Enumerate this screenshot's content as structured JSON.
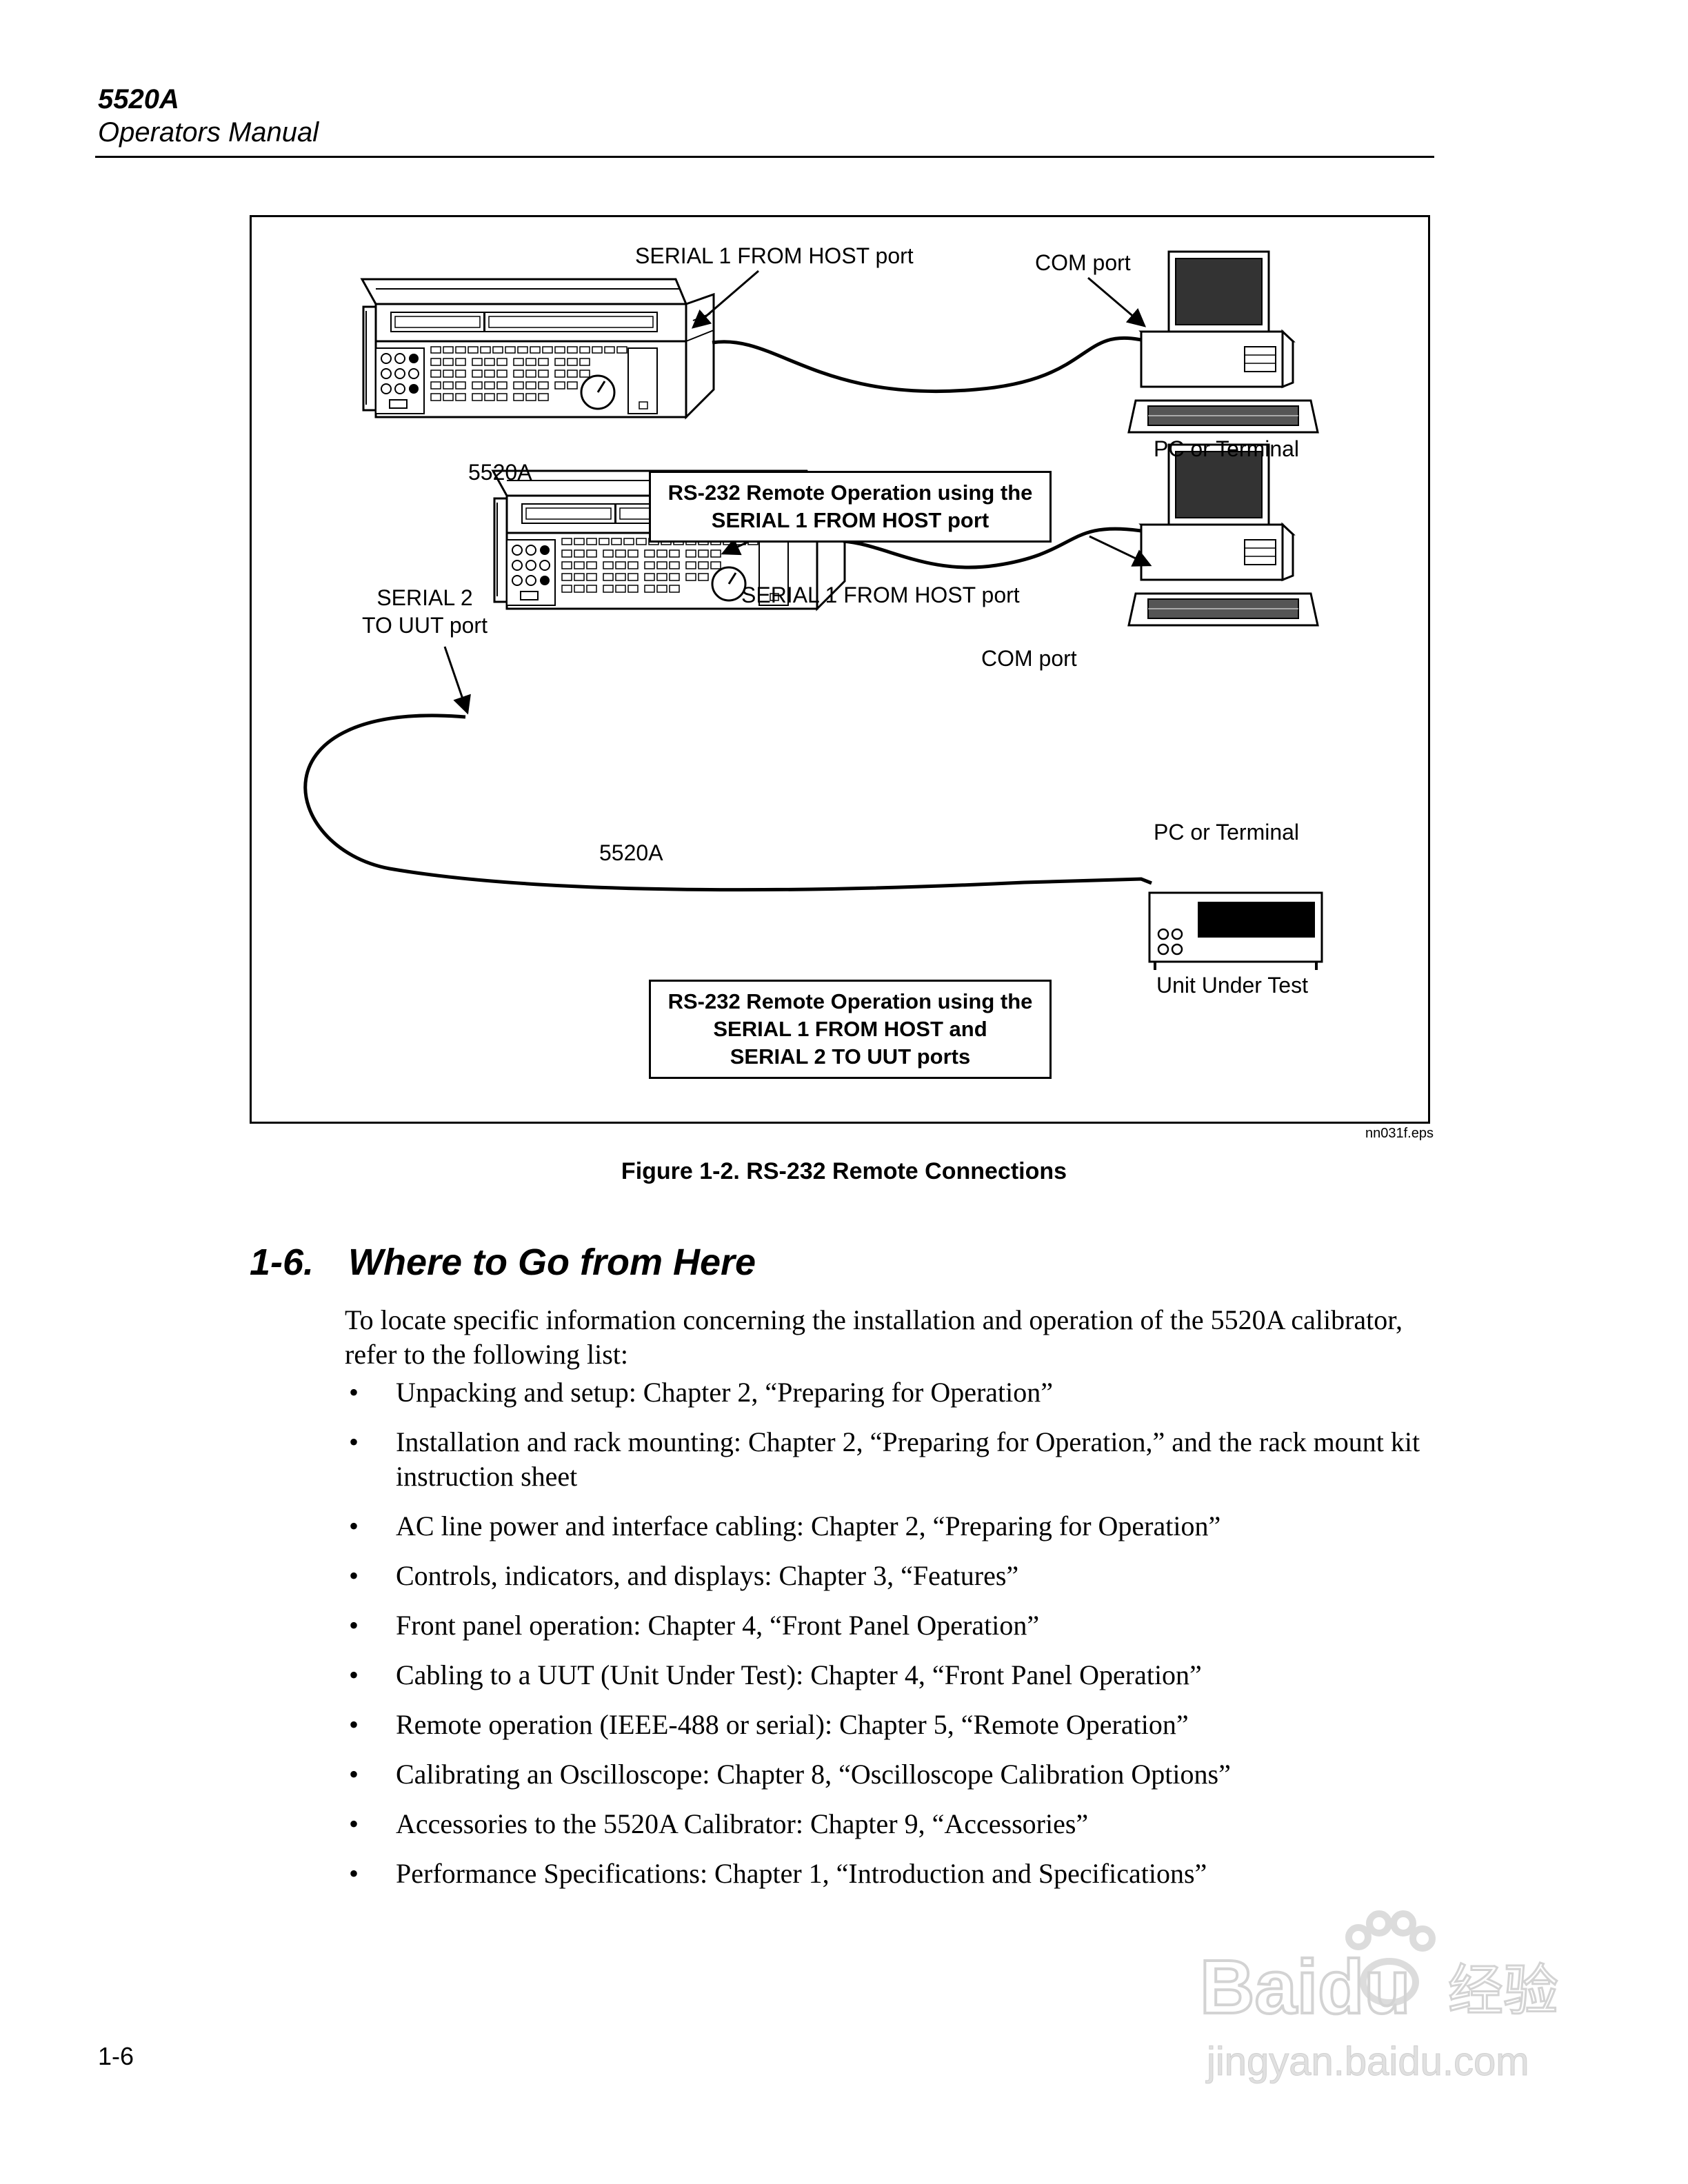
{
  "header": {
    "model": "5520A",
    "title": "Operators Manual"
  },
  "figure": {
    "labels": {
      "serial1_top": "SERIAL 1 FROM HOST port",
      "com_top": "COM port",
      "pc_top": "PC or Terminal",
      "model_top": "5520A",
      "serial2": "SERIAL 2\nTO UUT port",
      "serial1_bottom": "SERIAL 1 FROM HOST port",
      "com_bottom": "COM port",
      "pc_bottom": "PC or Terminal",
      "model_bottom": "5520A",
      "uut": "Unit Under Test"
    },
    "box_top": "RS-232 Remote Operation using the\nSERIAL 1 FROM HOST port",
    "box_bottom": "RS-232 Remote Operation using the\nSERIAL 1 FROM HOST and\nSERIAL 2 TO UUT ports",
    "file": "nn031f.eps",
    "caption": "Figure 1-2. RS-232 Remote Connections"
  },
  "section": {
    "number": "1-6.",
    "title": "Where to Go from Here",
    "intro": "To locate specific information concerning the installation and operation of the 5520A calibrator, refer to the following list:",
    "bullets": [
      "Unpacking and setup: Chapter 2, “Preparing for Operation”",
      "Installation and rack mounting: Chapter 2, “Preparing for Operation,” and the rack mount kit instruction sheet",
      "AC line power and interface cabling: Chapter 2, “Preparing for Operation”",
      "Controls, indicators, and displays: Chapter 3, “Features”",
      "Front panel operation: Chapter 4, “Front Panel Operation”",
      "Cabling to a UUT (Unit Under Test): Chapter 4, “Front Panel Operation”",
      "Remote operation (IEEE-488 or serial): Chapter 5, “Remote Operation”",
      "Calibrating an Oscilloscope: Chapter 8, “Oscilloscope Calibration Options”",
      "Accessories to the 5520A Calibrator: Chapter 9, “Accessories”",
      "Performance Specifications: Chapter 1, “Introduction and Specifications”"
    ]
  },
  "page_number": "1-6",
  "watermark": {
    "brand": "Baidu",
    "cn": "经验",
    "url": "jingyan.baidu.com"
  }
}
